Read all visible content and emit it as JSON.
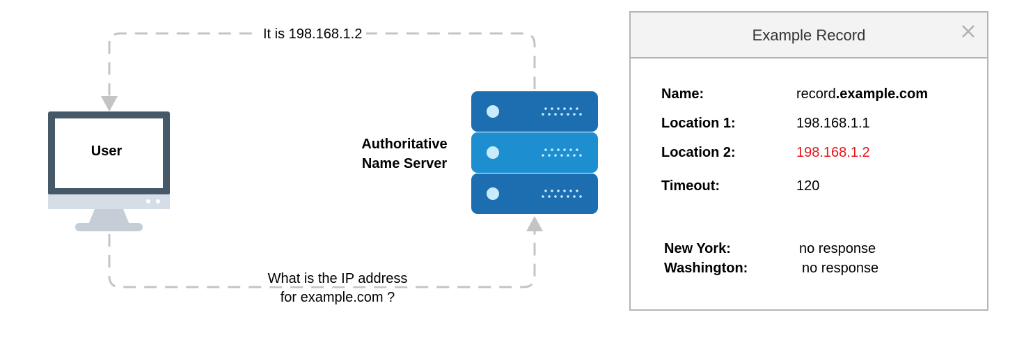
{
  "flow": {
    "response_text": "It is 198.168.1.2",
    "query_line1": "What is the IP address",
    "query_line2": "for example.com ?"
  },
  "user": {
    "label": "User"
  },
  "server": {
    "label_line1": "Authoritative",
    "label_line2": "Name Server"
  },
  "record": {
    "title": "Example Record",
    "close_icon": "close-icon",
    "fields": [
      {
        "key": "Name:",
        "value_prefix": "record",
        "value_bold": ".example.com"
      },
      {
        "key": "Location 1:",
        "value": "198.168.1.1"
      },
      {
        "key": "Location 2:",
        "value": "198.168.1.2",
        "color": "#e8141c"
      },
      {
        "key": "Timeout:",
        "value": "120"
      }
    ],
    "status": [
      {
        "key": "New York:",
        "value": "no response"
      },
      {
        "key": "Washington:",
        "value": "no response"
      }
    ]
  },
  "colors": {
    "arrow": "#c4c4c4",
    "monitor_frame": "#465968",
    "monitor_base": "#d5dde6",
    "server_dark": "#1d6db1",
    "server_light": "#1d8fd0",
    "highlight": "#e8141c"
  }
}
